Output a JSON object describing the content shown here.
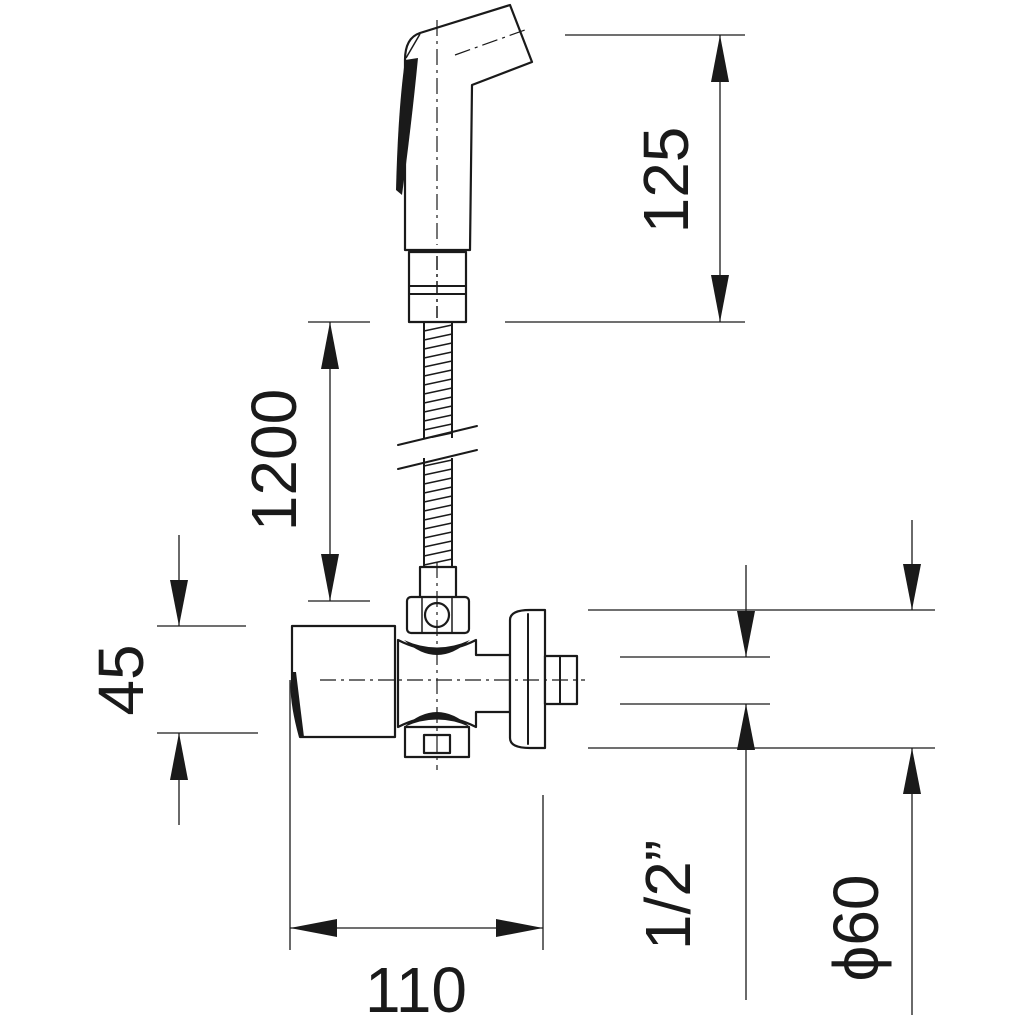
{
  "dimensions": {
    "head_length": "125",
    "hose_length": "1200",
    "body_height": "45",
    "total_depth": "110",
    "thread_size": "1/2”",
    "flange_diameter": "ϕ60"
  }
}
